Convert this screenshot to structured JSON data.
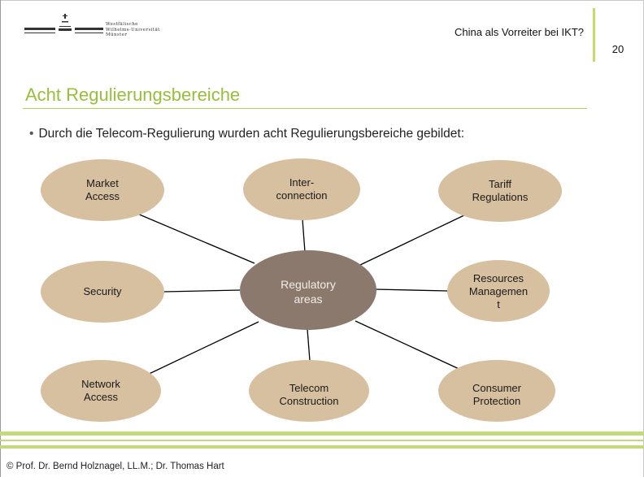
{
  "header": {
    "logo_lines": [
      "Westfälische",
      "Wilhelms-Universität",
      "Münster"
    ],
    "title": "China als Vorreiter bei IKT?",
    "page_number": "20"
  },
  "slide": {
    "title": "Acht Regulierungsbereiche",
    "bullet": "Durch die Telecom-Regulierung wurden acht Regulierungsbereiche gebildet:"
  },
  "diagram": {
    "center": [
      "Regulatory",
      "areas"
    ],
    "nodes": [
      [
        "Market",
        "Access"
      ],
      [
        "Inter-",
        "connection"
      ],
      [
        "Tariff",
        "Regulations"
      ],
      [
        "Security"
      ],
      [
        "Resources",
        "Managemen",
        "t"
      ],
      [
        "Network",
        "Access"
      ],
      [
        "Telecom",
        "Construction"
      ],
      [
        "Consumer",
        "Protection"
      ]
    ],
    "colors": {
      "node_fill": "#d7c09f",
      "center_fill": "#8a796c",
      "line": "#000000"
    }
  },
  "footer": {
    "copyright": "© Prof. Dr. Bernd Holznagel, LL.M.; Dr. Thomas Hart"
  },
  "colors": {
    "accent_green": "#98bf3b",
    "bar_green": "#c4d97b"
  }
}
